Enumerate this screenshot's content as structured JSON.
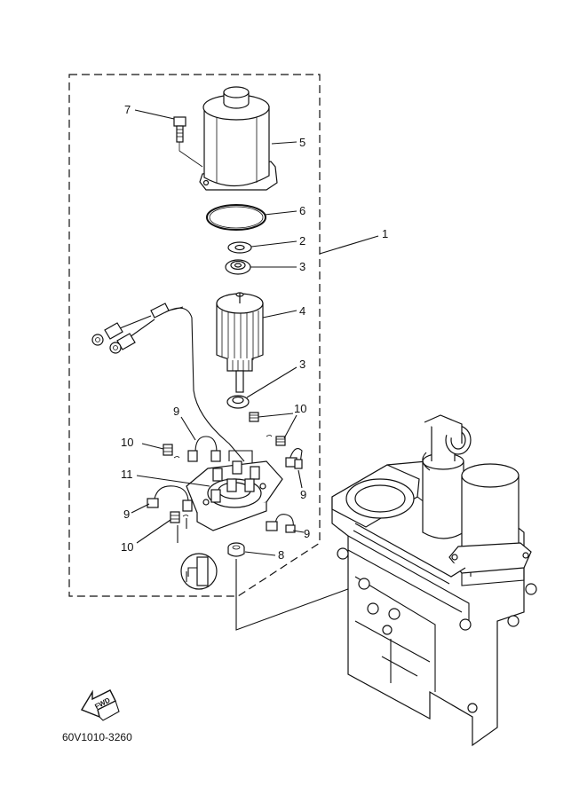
{
  "diagram": {
    "code": "60V1010-3260",
    "fwd_text": "FWD",
    "callouts": {
      "c1": "1",
      "c2": "2",
      "c3a": "3",
      "c3b": "3",
      "c4": "4",
      "c5": "5",
      "c6": "6",
      "c7": "7",
      "c8": "8",
      "c9a": "9",
      "c9b": "9",
      "c9c": "9",
      "c9d": "9",
      "c10a": "10",
      "c10b": "10",
      "c10c": "10",
      "c11": "11"
    }
  },
  "colors": {
    "line": "#111111",
    "background": "#ffffff"
  }
}
